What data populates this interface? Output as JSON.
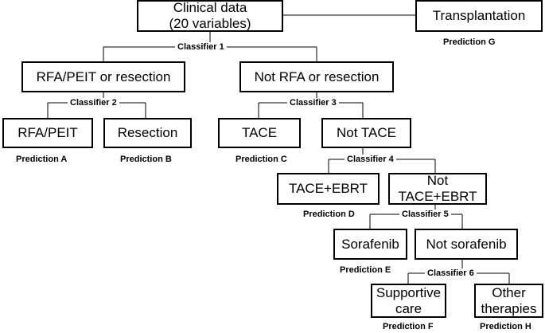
{
  "nodes": {
    "clinical_line1": "Clinical data",
    "clinical_line2": "(20 variables)",
    "transplantation": "Transplantation",
    "rfa_or_resection": "RFA/PEIT or resection",
    "not_rfa_or_resection": "Not RFA or resection",
    "rfa_peit": "RFA/PEIT",
    "resection": "Resection",
    "tace": "TACE",
    "not_tace": "Not TACE",
    "tace_ebrt": "TACE+EBRT",
    "not_tace_ebrt_line1": "Not",
    "not_tace_ebrt_line2": "TACE+EBRT",
    "sorafenib": "Sorafenib",
    "not_sorafenib": "Not sorafenib",
    "supportive_line1": "Supportive",
    "supportive_line2": "care",
    "other_line1": "Other",
    "other_line2": "therapies"
  },
  "classifiers": {
    "c1": "Classifier 1",
    "c2": "Classifier 2",
    "c3": "Classifier 3",
    "c4": "Classifier 4",
    "c5": "Classifier 5",
    "c6": "Classifier 6"
  },
  "predictions": {
    "a": "Prediction A",
    "b": "Prediction B",
    "c": "Prediction C",
    "d": "Prediction D",
    "e": "Prediction E",
    "f": "Prediction F",
    "g": "Prediction G",
    "h": "Prediction H"
  }
}
